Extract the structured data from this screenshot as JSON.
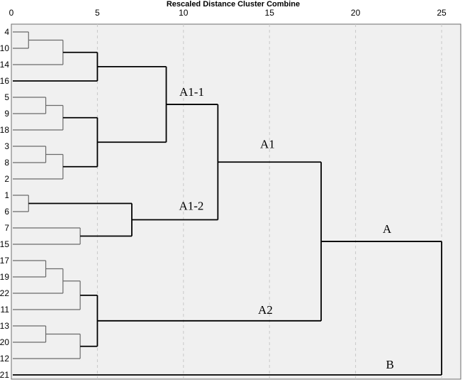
{
  "chart_data": {
    "type": "dendrogram",
    "title": "Rescaled Distance Cluster Combine",
    "xlim": [
      0,
      25
    ],
    "x_ticks": [
      "0",
      "5",
      "10",
      "15",
      "20",
      "25"
    ],
    "grid": true,
    "leaves": [
      "4",
      "10",
      "14",
      "16",
      "5",
      "9",
      "18",
      "3",
      "8",
      "2",
      "1",
      "6",
      "7",
      "15",
      "17",
      "19",
      "22",
      "11",
      "13",
      "20",
      "12",
      "21"
    ],
    "merges": [
      {
        "id": "m1",
        "children": [
          "L:4",
          "L:10"
        ],
        "distance": 1
      },
      {
        "id": "m2",
        "children": [
          "m1",
          "L:14"
        ],
        "distance": 3
      },
      {
        "id": "m3",
        "children": [
          "m2",
          "L:16"
        ],
        "distance": 5
      },
      {
        "id": "m4",
        "children": [
          "L:5",
          "L:9"
        ],
        "distance": 2
      },
      {
        "id": "m5",
        "children": [
          "m4",
          "L:18"
        ],
        "distance": 3
      },
      {
        "id": "m6",
        "children": [
          "L:3",
          "L:8"
        ],
        "distance": 2
      },
      {
        "id": "m7",
        "children": [
          "m6",
          "L:2"
        ],
        "distance": 3
      },
      {
        "id": "m8",
        "children": [
          "m5",
          "m7"
        ],
        "distance": 5
      },
      {
        "id": "m9",
        "children": [
          "m3",
          "m8"
        ],
        "distance": 9
      },
      {
        "id": "m10",
        "children": [
          "L:1",
          "L:6"
        ],
        "distance": 1
      },
      {
        "id": "m11",
        "children": [
          "L:7",
          "L:15"
        ],
        "distance": 4
      },
      {
        "id": "m12",
        "children": [
          "m10",
          "m11"
        ],
        "distance": 7
      },
      {
        "id": "m13",
        "children": [
          "m9",
          "m12"
        ],
        "distance": 12
      },
      {
        "id": "m14",
        "children": [
          "L:17",
          "L:19"
        ],
        "distance": 2
      },
      {
        "id": "m15",
        "children": [
          "m14",
          "L:22"
        ],
        "distance": 3
      },
      {
        "id": "m16",
        "children": [
          "m15",
          "L:11"
        ],
        "distance": 4
      },
      {
        "id": "m17",
        "children": [
          "L:13",
          "L:20"
        ],
        "distance": 2
      },
      {
        "id": "m18",
        "children": [
          "m17",
          "L:12"
        ],
        "distance": 4
      },
      {
        "id": "m19",
        "children": [
          "m16",
          "m18"
        ],
        "distance": 5
      },
      {
        "id": "m20",
        "children": [
          "m13",
          "m19"
        ],
        "distance": 18
      },
      {
        "id": "m21",
        "children": [
          "m20",
          "L:21"
        ],
        "distance": 25
      }
    ],
    "annotations": [
      {
        "text": "A1-1",
        "merge": "m9"
      },
      {
        "text": "A1-2",
        "merge": "m12"
      },
      {
        "text": "A1",
        "merge": "m13"
      },
      {
        "text": "A2",
        "merge": "m19"
      },
      {
        "text": "A",
        "merge": "m20"
      },
      {
        "text": "B",
        "leaf": "21"
      }
    ]
  }
}
